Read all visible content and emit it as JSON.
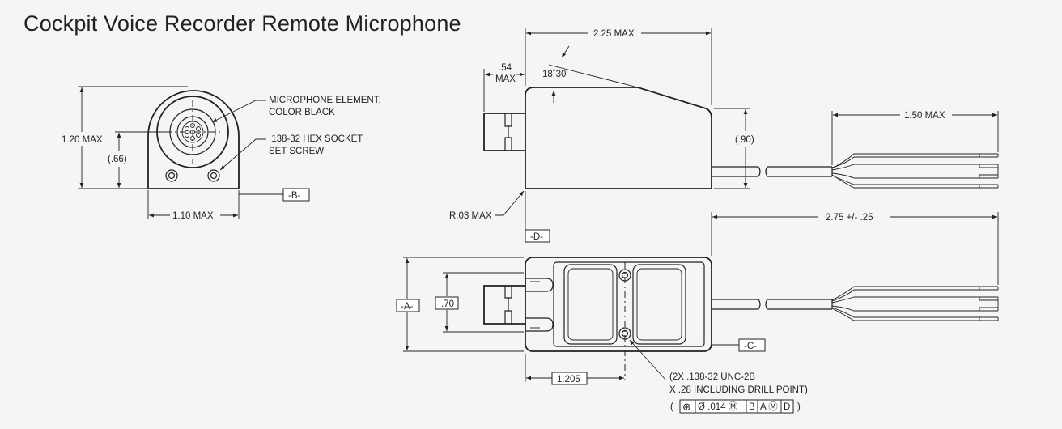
{
  "title": "Cockpit Voice Recorder Remote Microphone",
  "front_view": {
    "dim_height": "1.20 MAX",
    "dim_center": "(.66)",
    "dim_width": "1.10 MAX",
    "datum_b": "-B-",
    "note_microphone_line1": "MICROPHONE ELEMENT,",
    "note_microphone_line2": "COLOR BLACK",
    "note_screw_line1": ".138-32 HEX SOCKET",
    "note_screw_line2": "SET SCREW"
  },
  "side_view": {
    "dim_length": "2.25 MAX",
    "dim_connector_line1": ".54",
    "dim_connector_line2": "MAX",
    "angle": "18˚30´",
    "dim_height": "(.90)",
    "dim_wire_end": "1.50 MAX",
    "radius": "R.03 MAX",
    "datum_d": "-D-"
  },
  "top_view": {
    "dim_wire_length": "2.75 +/- .25",
    "datum_a": "-A-",
    "dim_spacing": ".70",
    "datum_c": "-C-",
    "dim_hole_position": "1.205",
    "note_holes_line1": "(2X .138-32 UNC-2B",
    "note_holes_line2": "X .28 INCLUDING DRILL POINT)",
    "fcf_open": "(",
    "fcf_cells": [
      "⊕",
      "Ø .014 Ⓜ",
      "B",
      "A Ⓜ",
      "D"
    ],
    "fcf_close": ")"
  }
}
